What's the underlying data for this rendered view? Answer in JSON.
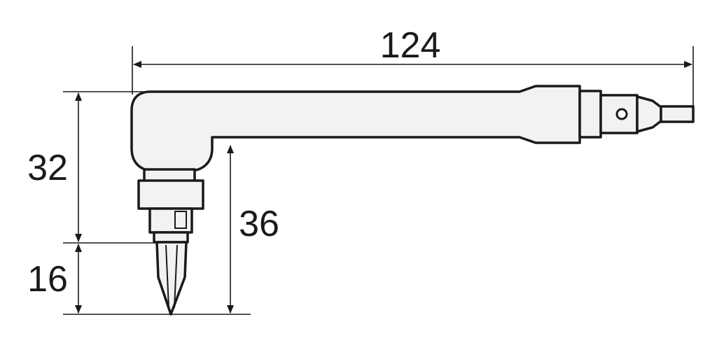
{
  "diagram": {
    "dimensions": {
      "overall_length": "124",
      "head_height": "32",
      "bit_length": "16",
      "drop_height": "36"
    },
    "colors": {
      "line": "#1a1a1a",
      "body": "#f2f2f2",
      "background": "#ffffff"
    }
  }
}
